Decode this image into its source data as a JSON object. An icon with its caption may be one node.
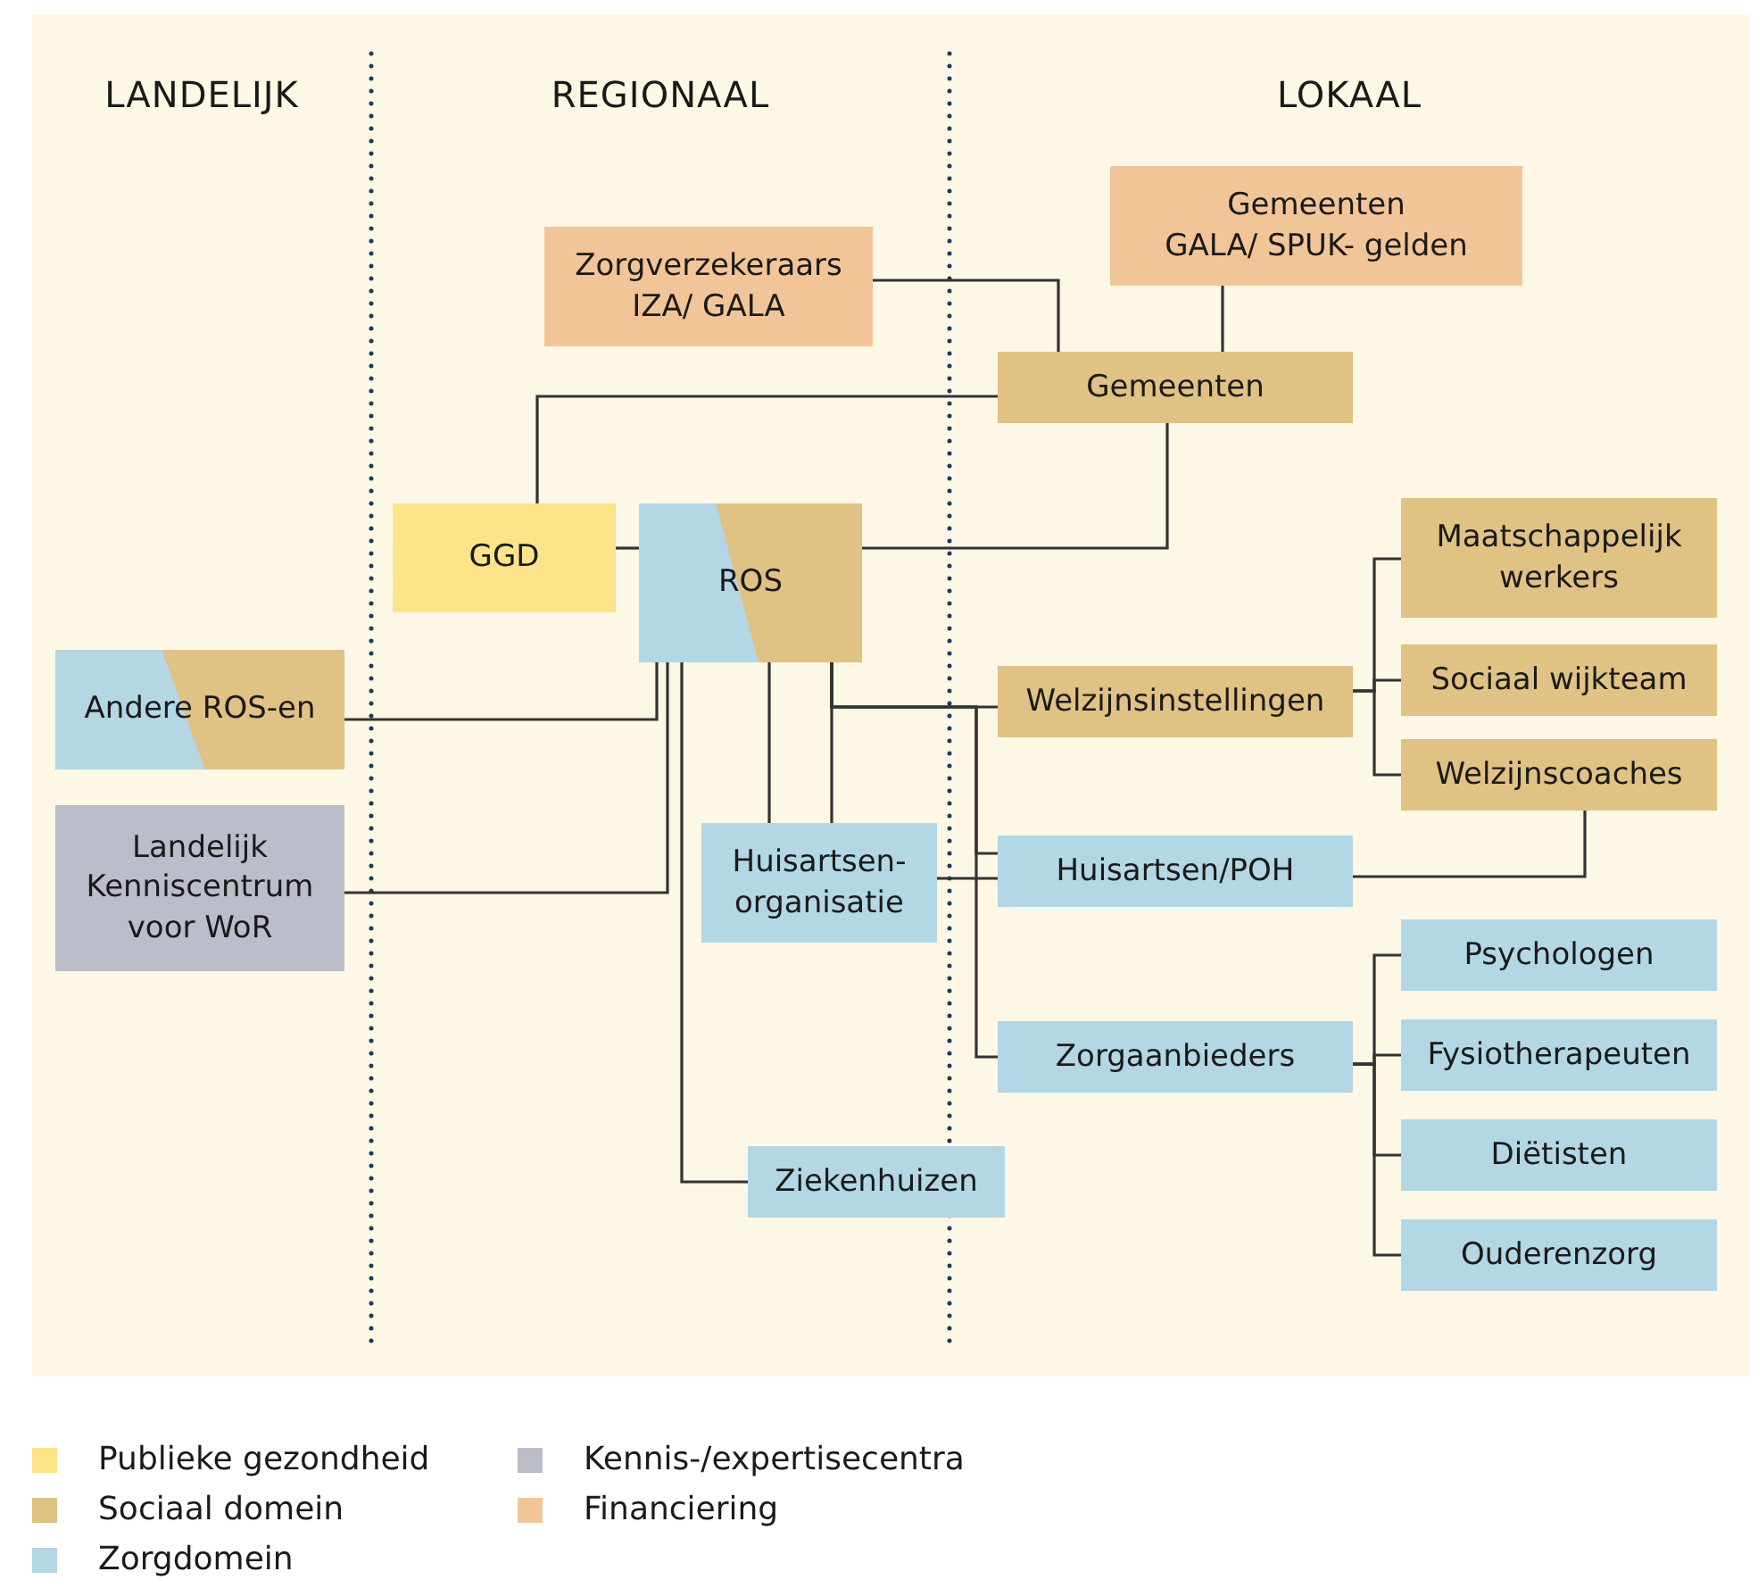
{
  "diagram": {
    "nodes": [
      {
        "text": [
          "Gemeenten",
          "GALA/ SPUK- gelden"
        ]
      },
      {
        "text": [
          "Zorgverzekeraars",
          "IZA/ GALA"
        ]
      },
      {
        "text": [
          "Gemeenten"
        ]
      },
      {
        "text": [
          "GGD"
        ]
      },
      {
        "text": [
          "ROS"
        ]
      },
      {
        "text": [
          "Maatschappelijk werkers"
        ]
      },
      {
        "text": [
          "Andere ROS-en"
        ]
      },
      {
        "text": [
          "Sociaal wijkteam"
        ]
      },
      {
        "text": [
          "Welzijnsinstellingen"
        ]
      },
      {
        "text": [
          "Welzijnscoaches"
        ]
      },
      {
        "text": [
          "Landelijk Kenniscentrum voor WoR"
        ]
      },
      {
        "text": [
          "Huisartsen-organisatie"
        ]
      },
      {
        "text": [
          "Huisartsen/POH"
        ]
      },
      {
        "text": [
          "Psychologen"
        ]
      },
      {
        "text": [
          "Fysiotherapeuten"
        ]
      },
      {
        "text": [
          "Zorgaanbieders"
        ]
      },
      {
        "text": [
          "Diëtisten"
        ]
      },
      {
        "text": [
          "Ziekenhuizen"
        ]
      },
      {
        "text": [
          "Ouderenzorg"
        ]
      }
    ],
    "edges": [
      {
        "from": 1,
        "to": 2,
        "arrow": "none"
      },
      {
        "from": 0,
        "to": 2,
        "arrow": "none"
      },
      {
        "from": 2,
        "to": 3,
        "arrow": "none"
      },
      {
        "from": 2,
        "to": 4,
        "arrow": "none"
      },
      {
        "from": 3,
        "to": 4,
        "arrow": "none"
      },
      {
        "from": 4,
        "to": 6,
        "arrow": "none"
      },
      {
        "from": 4,
        "to": 10,
        "arrow": "none"
      },
      {
        "from": 4,
        "to": 17,
        "arrow": "none"
      },
      {
        "from": 4,
        "to": 11,
        "arrow": "none"
      },
      {
        "from": 4,
        "to": 11,
        "arrow": "none"
      },
      {
        "from": 4,
        "to": 8,
        "arrow": "none"
      },
      {
        "from": 4,
        "to": 12,
        "arrow": "none"
      },
      {
        "from": 4,
        "to": 15,
        "arrow": "none"
      },
      {
        "from": 11,
        "to": 12,
        "arrow": "none"
      },
      {
        "from": 8,
        "to": 5,
        "arrow": "none"
      },
      {
        "from": 8,
        "to": 7,
        "arrow": "none"
      },
      {
        "from": 8,
        "to": 9,
        "arrow": "none"
      },
      {
        "from": 12,
        "to": 9,
        "arrow": "none"
      },
      {
        "from": 15,
        "to": 13,
        "arrow": "none"
      },
      {
        "from": 15,
        "to": 14,
        "arrow": "none"
      },
      {
        "from": 15,
        "to": 16,
        "arrow": "none"
      },
      {
        "from": 15,
        "to": 18,
        "arrow": "none"
      }
    ],
    "labels": [
      "LANDELIJK",
      "REGIONAAL",
      "LOKAAL"
    ],
    "legend": [
      {
        "text": "Publieke gezondheid",
        "color": "#fde48a"
      },
      {
        "text": "Sociaal domein",
        "color": "#e0c285"
      },
      {
        "text": "Zorgdomein",
        "color": "#b3d7e5"
      },
      {
        "text": "Kennis-/expertisecentra",
        "color": "#bbbec8"
      },
      {
        "text": "Financiering",
        "color": "#f2c598"
      }
    ]
  }
}
